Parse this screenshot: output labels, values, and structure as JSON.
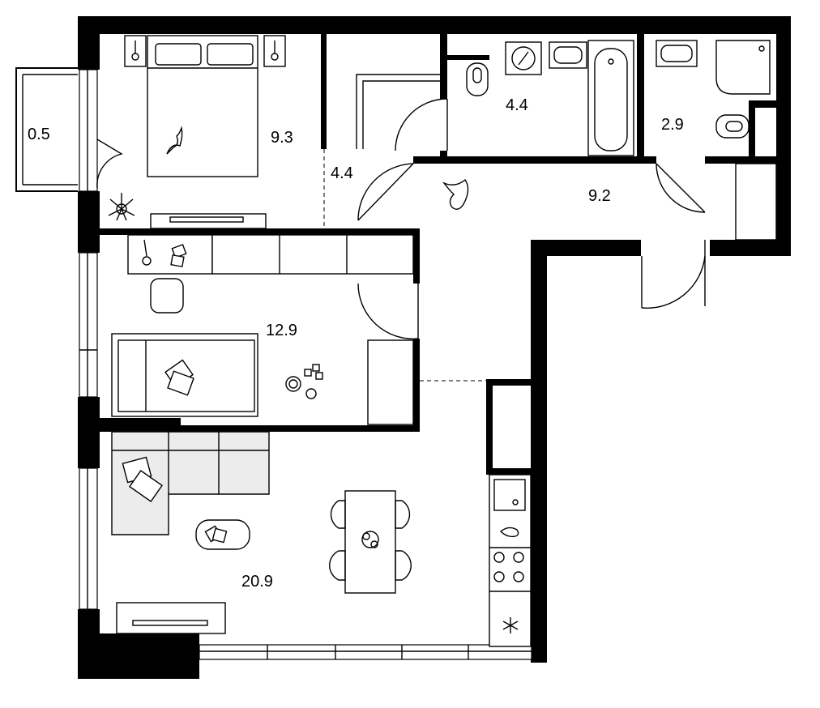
{
  "plan": {
    "rooms": [
      {
        "id": "balcony",
        "area": "0.5"
      },
      {
        "id": "bedroom",
        "area": "9.3"
      },
      {
        "id": "wardrobe",
        "area": "4.4"
      },
      {
        "id": "bathroom",
        "area": "4.4"
      },
      {
        "id": "toilet",
        "area": "2.9"
      },
      {
        "id": "hallway",
        "area": "9.2"
      },
      {
        "id": "kids-room",
        "area": "12.9"
      },
      {
        "id": "living-kitchen",
        "area": "20.9"
      }
    ],
    "colors": {
      "wall": "#000000",
      "background": "#ffffff",
      "furniture-fill": "#ececec"
    }
  }
}
